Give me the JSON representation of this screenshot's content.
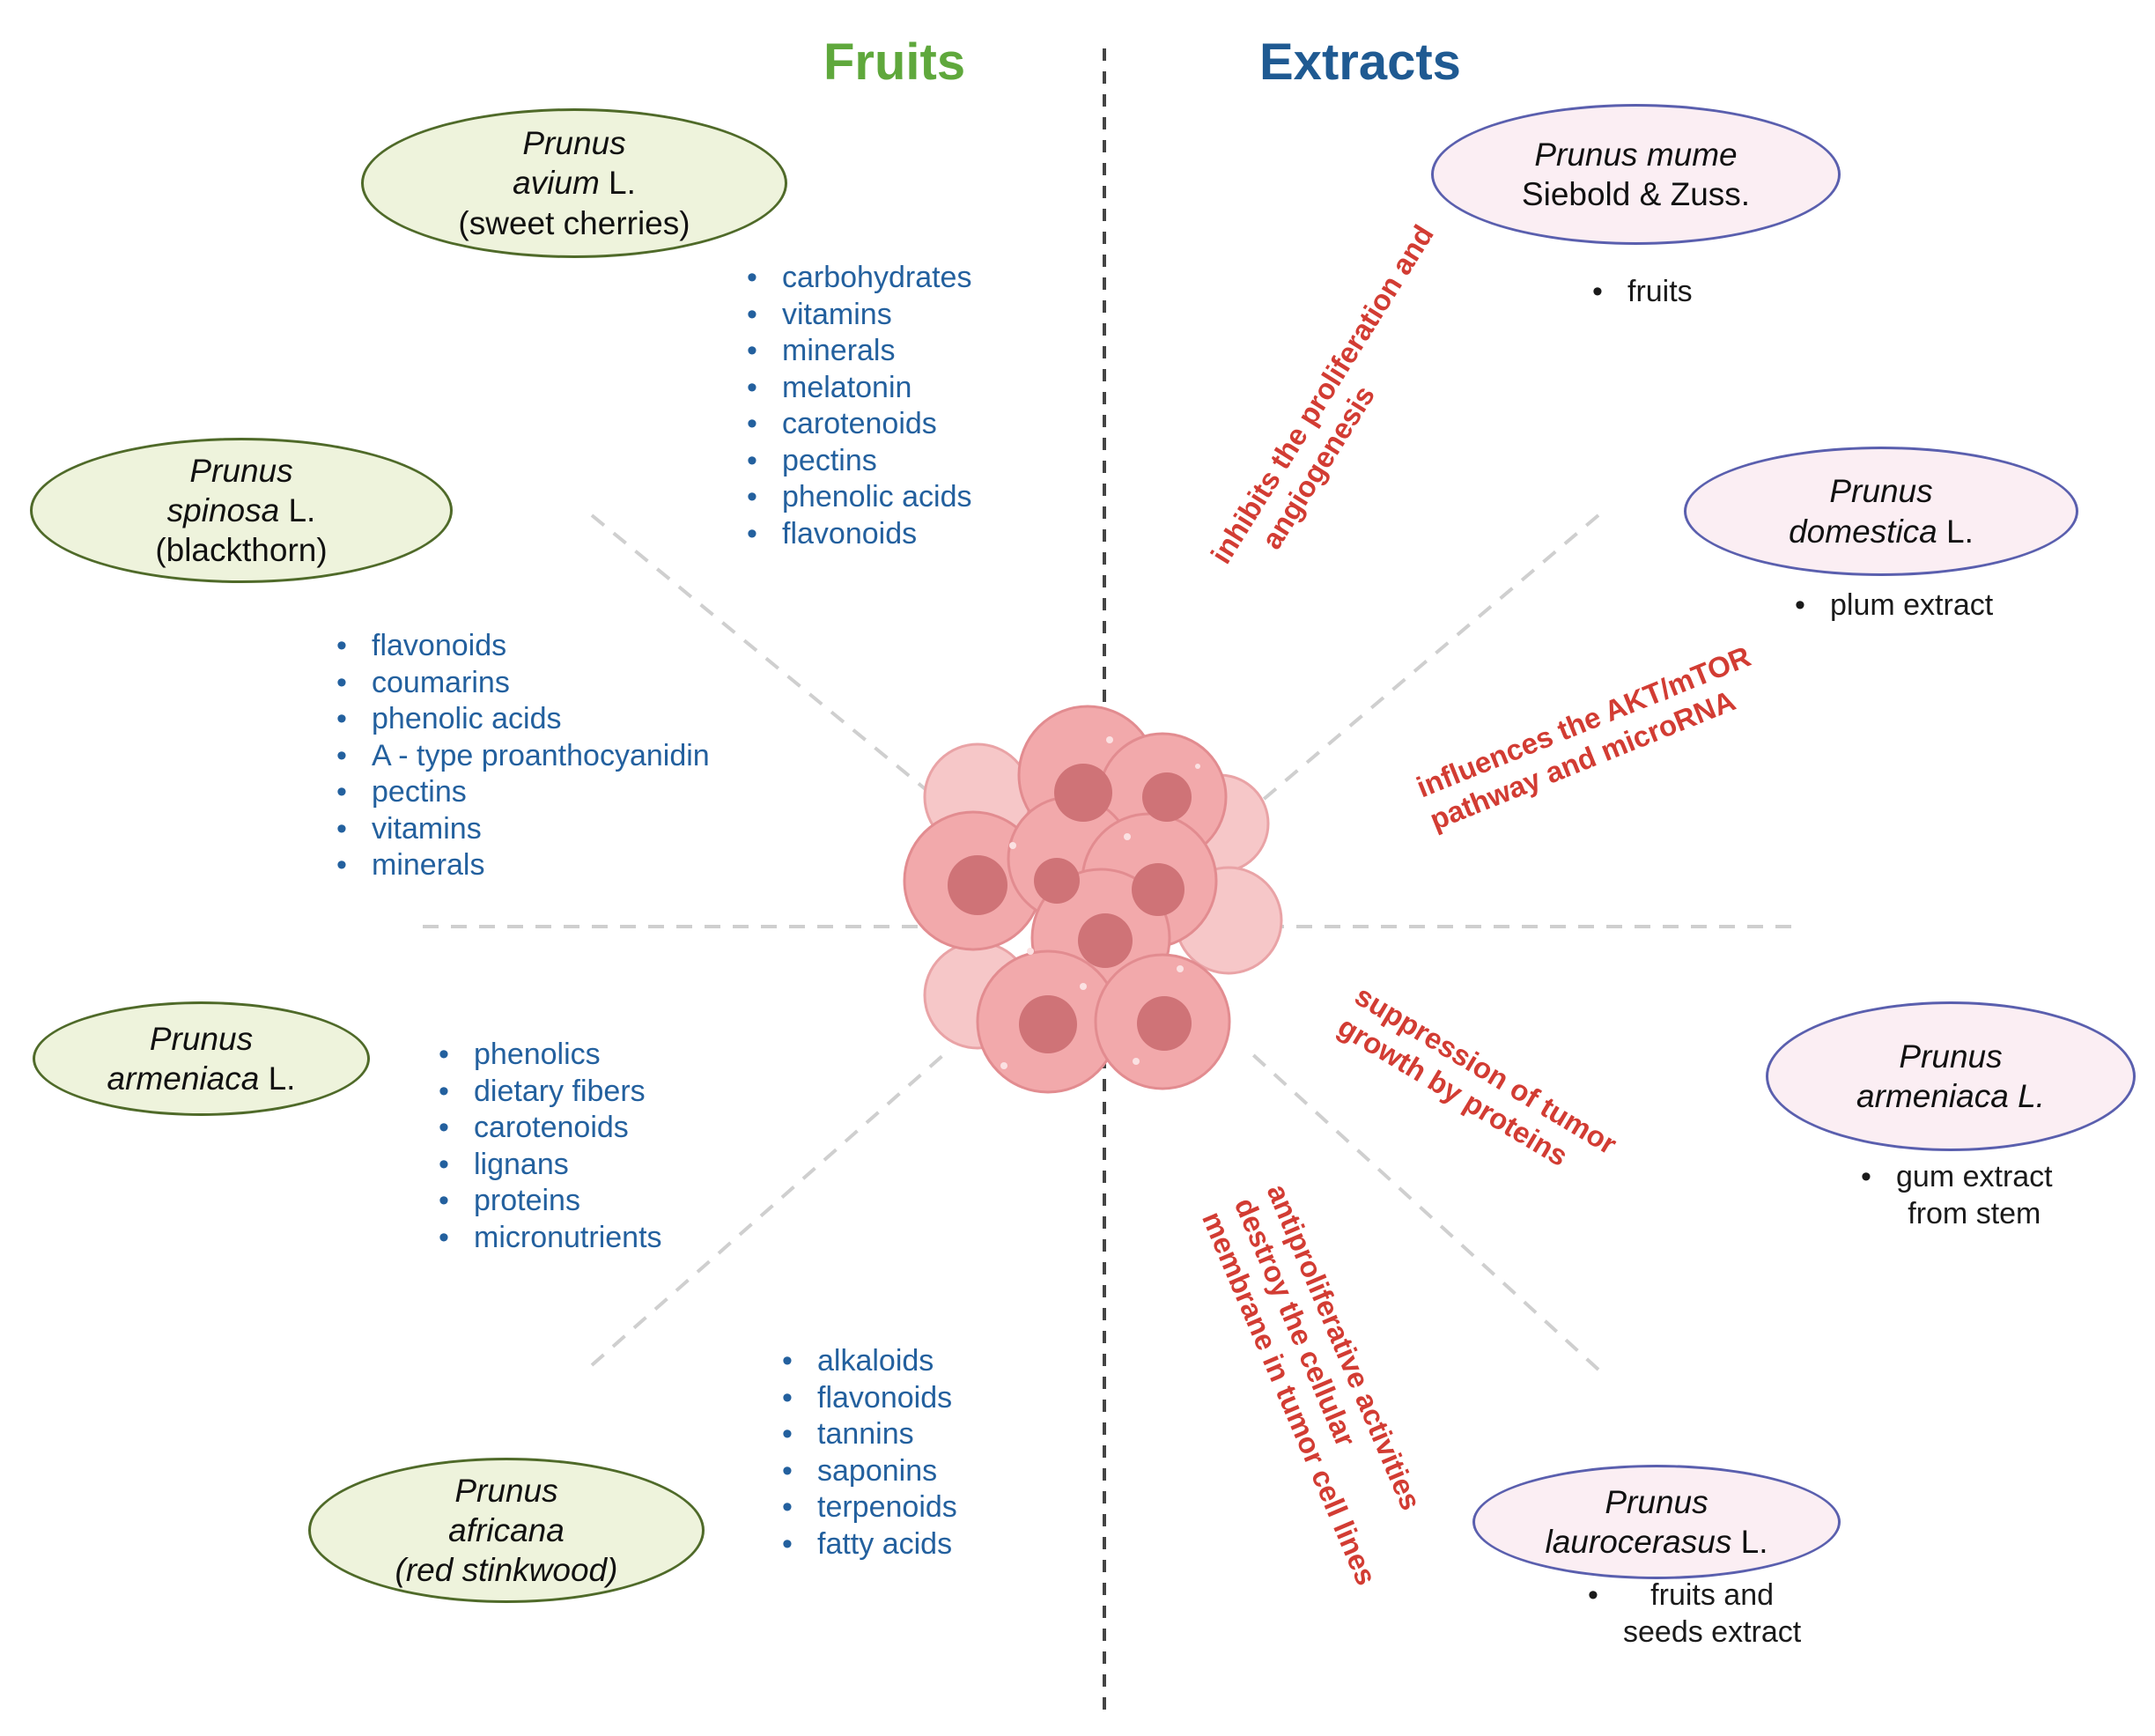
{
  "headings": {
    "fruits": "Fruits",
    "extracts": "Extracts"
  },
  "colors": {
    "fruits_heading": "#5fa83c",
    "extracts_heading": "#1f5a92",
    "fruit_compounds": "#23609e",
    "effects": "#d23c33",
    "fruit_oval_fill": "#eef3dc",
    "extract_oval_fill": "#fbeef3"
  },
  "fruits": [
    {
      "species_lines": [
        {
          "italic": "Prunus",
          "plain": ""
        },
        {
          "italic": "avium",
          "plain": " L."
        },
        {
          "italic": "",
          "plain": "(sweet cherries)"
        }
      ],
      "compounds": [
        "carbohydrates",
        "vitamins",
        "minerals",
        "melatonin",
        "carotenoids",
        "pectins",
        "phenolic acids",
        "flavonoids"
      ]
    },
    {
      "species_lines": [
        {
          "italic": "Prunus",
          "plain": ""
        },
        {
          "italic": "spinosa",
          "plain": " L."
        },
        {
          "italic": "",
          "plain": "(blackthorn)"
        }
      ],
      "compounds": [
        "flavonoids",
        "coumarins",
        "phenolic acids",
        "A - type proanthocyanidin",
        "pectins",
        "vitamins",
        "minerals"
      ]
    },
    {
      "species_lines": [
        {
          "italic": "Prunus",
          "plain": ""
        },
        {
          "italic": "armeniaca",
          "plain": " L."
        }
      ],
      "compounds": [
        "phenolics",
        "dietary fibers",
        "carotenoids",
        "lignans",
        "proteins",
        "micronutrients"
      ]
    },
    {
      "species_lines": [
        {
          "italic": "Prunus",
          "plain": ""
        },
        {
          "italic": "africana",
          "plain": ""
        },
        {
          "italic": "(red stinkwood)",
          "plain": ""
        }
      ],
      "compounds": [
        "alkaloids",
        "flavonoids",
        "tannins",
        "saponins",
        "terpenoids",
        "fatty acids"
      ]
    }
  ],
  "extracts": [
    {
      "species_lines": [
        {
          "italic": "Prunus mume",
          "plain": ""
        },
        {
          "italic": "",
          "plain": "Siebold & Zuss."
        }
      ],
      "items": [
        "fruits"
      ]
    },
    {
      "species_lines": [
        {
          "italic": "Prunus",
          "plain": ""
        },
        {
          "italic": "domestica",
          "plain": " L."
        }
      ],
      "items": [
        "plum extract"
      ]
    },
    {
      "species_lines": [
        {
          "italic": "Prunus",
          "plain": ""
        },
        {
          "italic": "armeniaca L.",
          "plain": ""
        }
      ],
      "items": [
        "gum extract\nfrom stem"
      ]
    },
    {
      "species_lines": [
        {
          "italic": "Prunus",
          "plain": ""
        },
        {
          "italic": "laurocerasus",
          "plain": " L."
        }
      ],
      "items": [
        "fruits and\nseeds extract"
      ]
    }
  ],
  "effects": [
    {
      "lines": [
        "inhibits the proliferation and",
        "angiogenesis"
      ]
    },
    {
      "lines": [
        "influences the AKT/mTOR",
        "pathway and microRNA"
      ]
    },
    {
      "lines": [
        "suppression of tumor",
        "growth by proteins"
      ]
    },
    {
      "lines": [
        "antiproliferative activities",
        "destroy the cellular",
        "membrane in tumor cell lines"
      ]
    }
  ]
}
